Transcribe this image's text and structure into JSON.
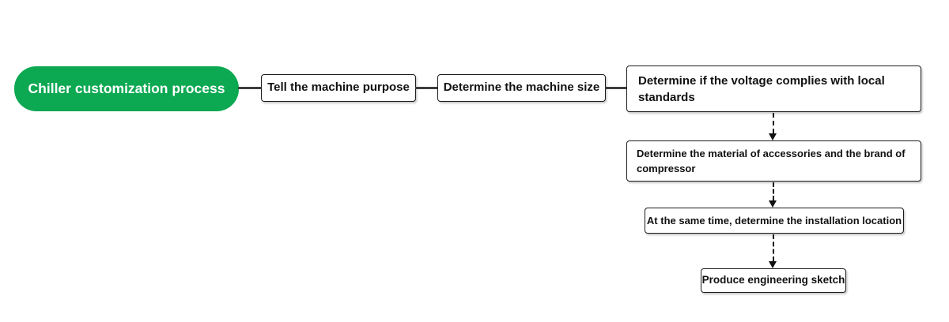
{
  "diagram": {
    "title": "Chiller customization process",
    "type": "flowchart",
    "colors": {
      "root_background": "#0ca852",
      "root_text": "#ffffff",
      "box_border": "#1c1c1c",
      "box_text": "#111111",
      "connector": "#3d3d3d",
      "arrow": "#111111"
    },
    "nodes": {
      "root": {
        "label": "Chiller customization process"
      },
      "step1": {
        "label": "Tell the machine purpose"
      },
      "step2": {
        "label": "Determine the machine size"
      },
      "step3": {
        "label": "Determine if the voltage complies with local\nstandards"
      },
      "step4": {
        "label": "Determine the material of accessories and the brand of\ncompressor"
      },
      "step5": {
        "label": "At the same time, determine the installation location"
      },
      "step6": {
        "label": "Produce engineering sketch"
      }
    },
    "edges": [
      {
        "from": "root",
        "to": "step1",
        "style": "solid-line"
      },
      {
        "from": "step1",
        "to": "step2",
        "style": "solid-line"
      },
      {
        "from": "step2",
        "to": "step3",
        "style": "solid-line"
      },
      {
        "from": "step3",
        "to": "step4",
        "style": "dashed-arrow"
      },
      {
        "from": "step4",
        "to": "step5",
        "style": "dashed-arrow"
      },
      {
        "from": "step5",
        "to": "step6",
        "style": "dashed-arrow"
      }
    ]
  }
}
